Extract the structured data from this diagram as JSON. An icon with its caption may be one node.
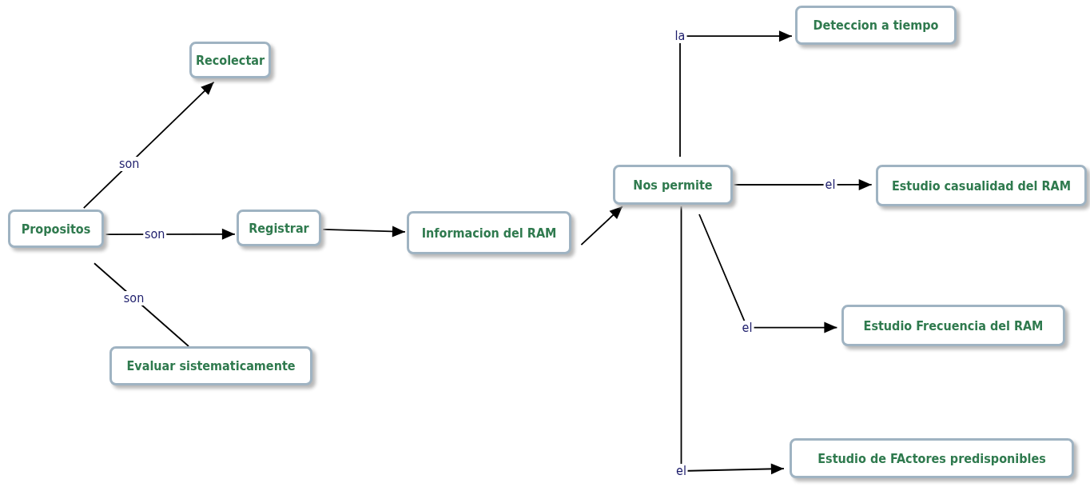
{
  "diagram": {
    "nodes": [
      {
        "text": [
          "Propositos"
        ]
      },
      {
        "text": [
          "Recolectar"
        ]
      },
      {
        "text": [
          "Registrar"
        ]
      },
      {
        "text": [
          "Evaluar sistematicamente"
        ]
      },
      {
        "text": [
          "Informacion del RAM"
        ]
      },
      {
        "text": [
          "Nos permite"
        ]
      },
      {
        "text": [
          "Deteccion a tiempo"
        ]
      },
      {
        "text": [
          "Estudio casualidad del RAM"
        ]
      },
      {
        "text": [
          "Estudio Frecuencia del RAM"
        ]
      },
      {
        "text": [
          "Estudio de FActores predisponibles"
        ]
      }
    ],
    "edges": [
      {
        "from": 0,
        "to": 1,
        "label": "son",
        "arrow": "to"
      },
      {
        "from": 0,
        "to": 2,
        "label": "son",
        "arrow": "to"
      },
      {
        "from": 0,
        "to": 3,
        "label": "son",
        "arrow": "none"
      },
      {
        "from": 2,
        "to": 4,
        "arrow": "to"
      },
      {
        "from": 4,
        "to": 5,
        "arrow": "to"
      },
      {
        "from": 5,
        "to": 6,
        "label": "la",
        "arrow": "to"
      },
      {
        "from": 5,
        "to": 7,
        "label": "el",
        "arrow": "to"
      },
      {
        "from": 5,
        "to": 8,
        "label": "el",
        "arrow": "to"
      },
      {
        "from": 5,
        "to": 9,
        "label": "el",
        "arrow": "to"
      }
    ]
  }
}
